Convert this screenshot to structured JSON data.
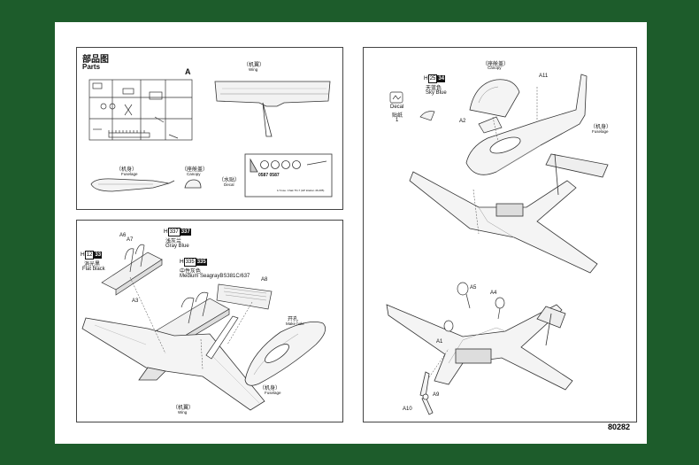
{
  "parts_panel": {
    "title_cn": "部品图",
    "title_en": "Parts",
    "sprue_letter": "A",
    "wing_cn": "（机翼）",
    "wing_en": "Wing",
    "fuselage_cn": "（机身）",
    "fuselage_en": "Fuselage",
    "canopy_cn": "（座舱盖）",
    "canopy_en": "Canopy",
    "decal_cn": "（水贴）",
    "decal_en": "Decal",
    "decal_codes": "0587 0587",
    "decal_fine_print": "1/ Fuse. Chak TN-7 (HP kitalion 46-085)"
  },
  "step_left": {
    "color1": {
      "prefix": "H",
      "code": "12",
      "code2": "33",
      "cn": "消光黑",
      "en": "Flat black"
    },
    "color2": {
      "prefix": "H",
      "code": "337",
      "code2": "337",
      "cn": "浅灰兰",
      "en": "Gray Blue"
    },
    "color3": {
      "prefix": "H",
      "code": "335",
      "code2": "335",
      "cn": "中性灰色",
      "en": "Medium SeagrayBS381C/637"
    },
    "labels": {
      "a6": "A6",
      "a7": "A7",
      "a3": "A3",
      "a8": "A8"
    },
    "open_hole_cn": "开孔",
    "open_hole_en": "Make hole",
    "fuselage_cn": "（机身）",
    "fuselage_en": "Fuselage",
    "wing_cn": "（机翼）",
    "wing_en": "Wing"
  },
  "step_right": {
    "canopy_cn": "（座舱盖）",
    "canopy_en": "Canopy",
    "color": {
      "prefix": "H",
      "code": "25",
      "code2": "34",
      "cn": "天蓝色",
      "en": "Sky Blue"
    },
    "decal_en": "Decal",
    "decal_cn": "贴纸",
    "decal_num": "1",
    "labels": {
      "a11": "A11",
      "a2": "A2",
      "a5": "A5",
      "a4": "A4",
      "a1": "A1",
      "a9": "A9",
      "a10": "A10"
    },
    "fuselage_cn": "（机身）",
    "fuselage_en": "Fuselage"
  },
  "page_number": "80282"
}
